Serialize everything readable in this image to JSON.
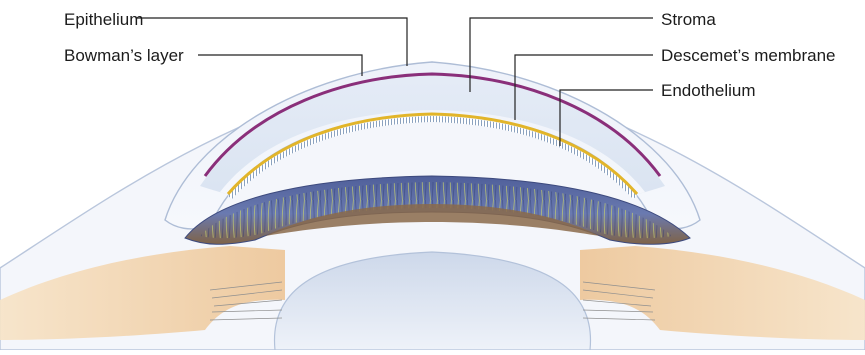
{
  "labels": {
    "epithelium": "Epithelium",
    "bowmans_layer": "Bowman’s layer",
    "stroma": "Stroma",
    "descemets_membrane": "Descemet’s membrane",
    "endothelium": "Endothelium"
  },
  "colors": {
    "bowmans_layer": "#8a2f7a",
    "descemets_membrane": "#e2b52a",
    "endothelium": "#8fb0d0",
    "stroma": "#dfe8f4",
    "iris_outer": "#5f6fa8",
    "iris_inner": "#8a6a4a",
    "ciliary": "#f2d6ae",
    "lens": "#dce5f1",
    "leader_line": "#222222"
  }
}
